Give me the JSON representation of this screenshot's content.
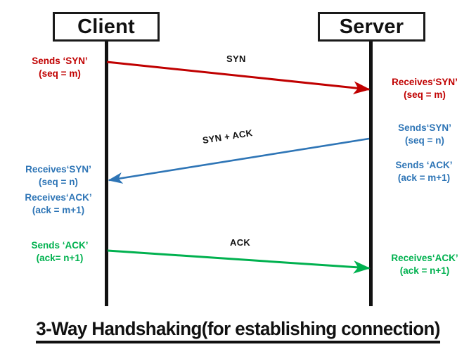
{
  "diagram": {
    "title": "3-Way Handshaking(for establishing connection)",
    "type": "sequence-diagram",
    "background_color": "#ffffff",
    "colors": {
      "step1_red": "#C00000",
      "step2_blue": "#2E75B6",
      "step3_green": "#00B14F",
      "lifeline_black": "#111111",
      "label_black": "#111111"
    }
  },
  "participants": {
    "client": {
      "label": "Client"
    },
    "server": {
      "label": "Server"
    }
  },
  "messages": [
    {
      "id": "syn",
      "label": "SYN",
      "direction": "client-to-server",
      "color": "#C00000"
    },
    {
      "id": "syn-ack",
      "label": "SYN + ACK",
      "direction": "server-to-client",
      "color": "#2E75B6"
    },
    {
      "id": "ack",
      "label": "ACK",
      "direction": "client-to-server",
      "color": "#00B14F"
    }
  ],
  "notes": {
    "client_sends_syn": {
      "line1": "Sends ‘SYN’",
      "line2": "(seq = m)"
    },
    "client_receives_syn": {
      "line1": "Receives‘SYN’",
      "line2": "(seq = n)"
    },
    "client_receives_ack": {
      "line1": "Receives‘ACK’",
      "line2": "(ack = m+1)"
    },
    "client_sends_ack": {
      "line1": "Sends ‘ACK’",
      "line2": "(ack= n+1)"
    },
    "server_receives_syn": {
      "line1": "Receives‘SYN’",
      "line2": "(seq = m)"
    },
    "server_sends_syn": {
      "line1": "Sends‘SYN’",
      "line2": "(seq = n)"
    },
    "server_sends_ack": {
      "line1": "Sends ‘ACK’",
      "line2": "(ack = m+1)"
    },
    "server_receives_ack": {
      "line1": "Receives‘ACK’",
      "line2": "(ack = n+1)"
    }
  }
}
